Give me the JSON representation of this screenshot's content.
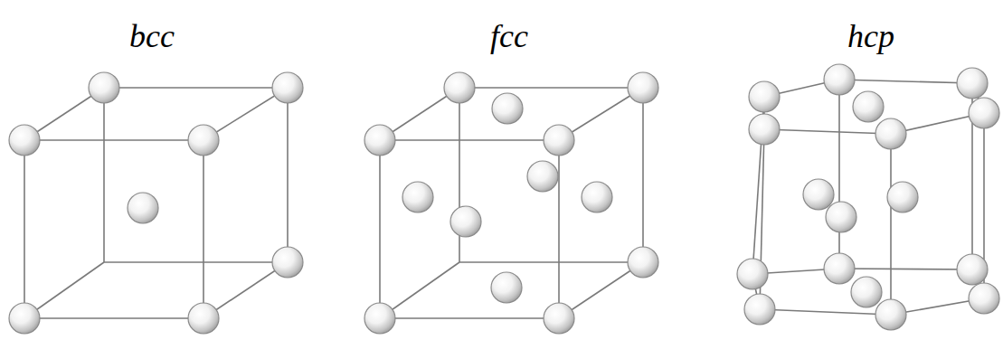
{
  "diagram": {
    "labels": [
      "bcc",
      "fcc",
      "hcp"
    ]
  }
}
